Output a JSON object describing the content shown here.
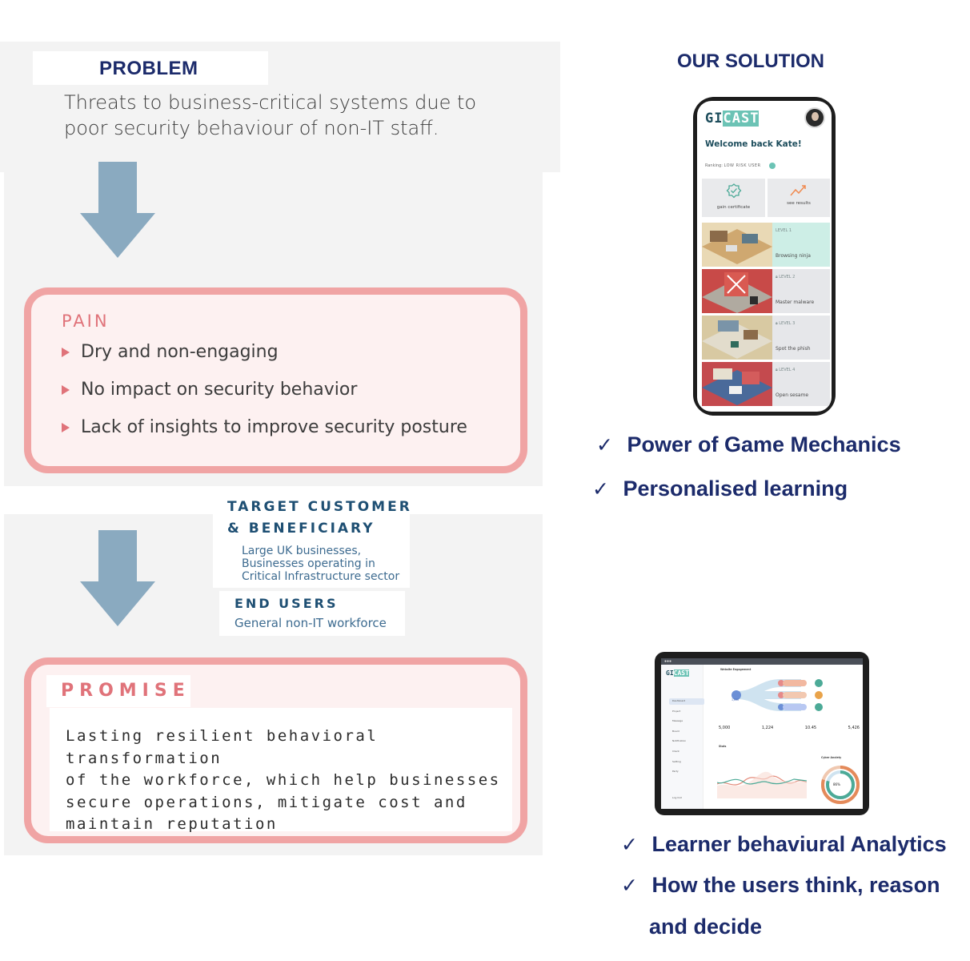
{
  "problem": {
    "heading": "PROBLEM",
    "text_line1": "Threats to business-critical systems due to",
    "text_line2": "poor security behaviour of non-IT staff."
  },
  "pain": {
    "title": "PAIN",
    "items": [
      "Dry and non-engaging",
      "No impact on security behavior",
      "Lack of  insights  to improve security posture"
    ]
  },
  "target_customer": {
    "title_line1": "TARGET CUSTOMER",
    "title_line2": "& BENEFICIARY",
    "desc_line1": "Large UK businesses,",
    "desc_line2": "Businesses operating in",
    "desc_line3": "Critical Infrastructure sector"
  },
  "end_users": {
    "title": "END USERS",
    "desc": "General non-IT workforce"
  },
  "promise": {
    "title": "PROMISE",
    "lines": [
      "Lasting resilient behavioral transformation",
      "of the workforce,  which help businesses",
      "secure operations, mitigate cost and",
      "maintain reputation"
    ]
  },
  "solution": {
    "title": "OUR SOLUTION",
    "checks_top": [
      "Power of Game Mechanics",
      "Personalised learning"
    ],
    "checks_bottom": [
      "Learner behaviural Analytics",
      "How the users think, reason"
    ],
    "checks_bottom_cont": "and decide",
    "check_symbol": "✓"
  },
  "phone_app": {
    "logo_a": "GI",
    "logo_b": "CAST",
    "welcome": "Welcome back Kate!",
    "ranking_label": "Ranking:",
    "ranking_value": "LOW RISK USER",
    "tile_certificate": "gain certificate",
    "tile_results": "see results",
    "levels": [
      {
        "level": "LEVEL 1",
        "name": "Browsing ninja"
      },
      {
        "level": "LEVEL 2",
        "name": "Master malware"
      },
      {
        "level": "LEVEL 3",
        "name": "Spot the phish"
      },
      {
        "level": "LEVEL 4",
        "name": "Open sesame"
      }
    ]
  },
  "dashboard": {
    "logo_a": "GI",
    "logo_b": "CAST",
    "section_title": "Website Engagement",
    "nav": [
      "Dashboard",
      "Project",
      "Message",
      "Board",
      "Notification",
      "Client",
      "Setting",
      "Party"
    ],
    "logout": "Log Out",
    "center_value": "1,000",
    "stats": [
      "5,000",
      "1,224",
      "10.45",
      "5,426"
    ],
    "stats_label": "Stats",
    "donut_title": "Cyber Anxiety",
    "donut_value": "86%"
  },
  "colors": {
    "navy": "#1c2b6b",
    "pink_border": "#f0a4a4",
    "pink_text": "#e0737a",
    "arrow": "#8aaac0",
    "teal": "#6cc3b5"
  }
}
